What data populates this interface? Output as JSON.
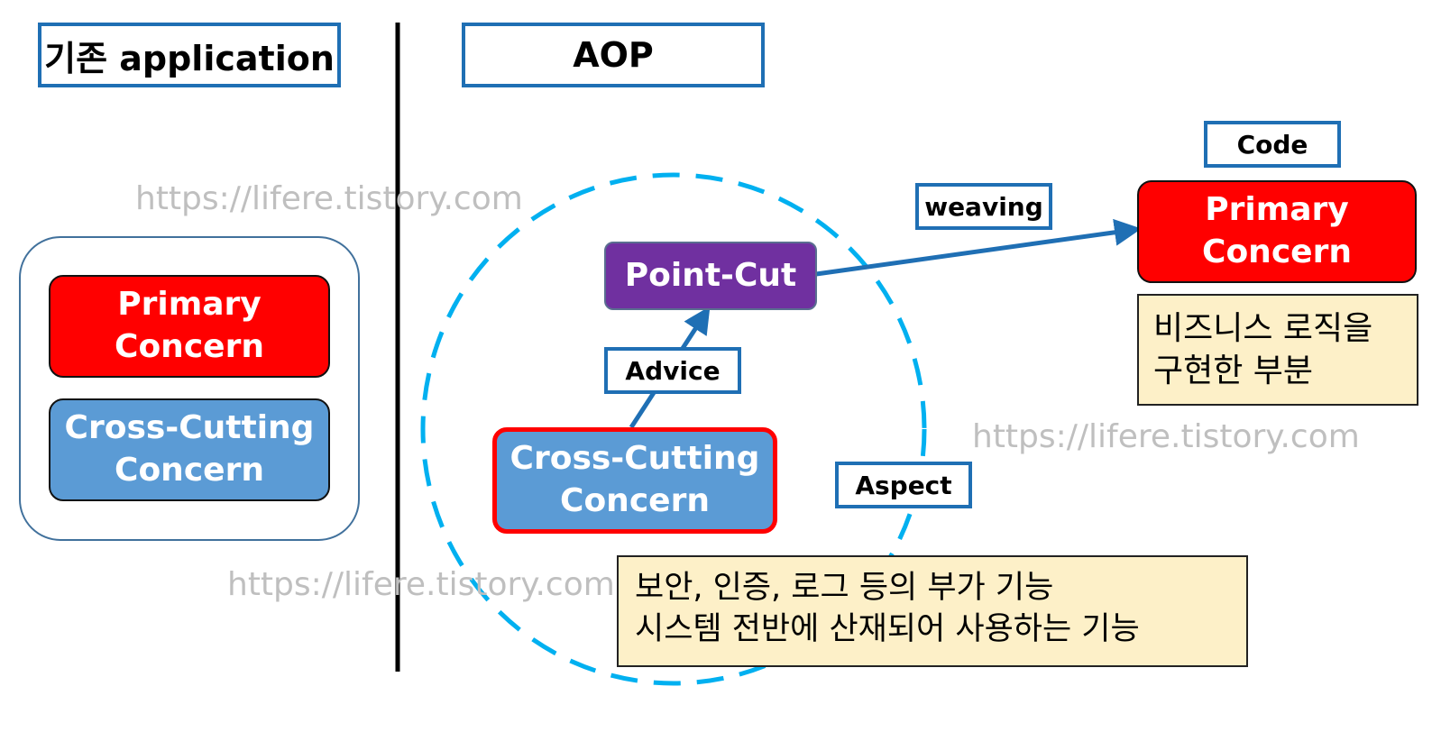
{
  "left_header": "기존 application",
  "right_header": "AOP",
  "left_panel": {
    "primary": [
      "Primary",
      "Concern"
    ],
    "cross": [
      "Cross-Cutting",
      "Concern"
    ]
  },
  "point_cut": "Point-Cut",
  "advice": "Advice",
  "cross_cutting": [
    "Cross-Cutting",
    "Concern"
  ],
  "weaving": "weaving",
  "code_label": "Code",
  "code_primary": [
    "Primary",
    "Concern"
  ],
  "business_note": [
    "비즈니스 로직을",
    "구현한 부분"
  ],
  "aspect": "Aspect",
  "aspect_note": [
    "보안, 인증, 로그 등의 부가 기능",
    "시스템 전반에 산재되어 사용하는 기능"
  ],
  "watermarks": [
    "https://lifere.tistory.com",
    "https://lifere.tistory.com",
    "https://lifere.tistory.com"
  ],
  "colors": {
    "primary_red": "#ff0000",
    "cross_blue": "#5b9bd5",
    "pointcut_purple": "#7030a0",
    "label_border": "#1f6fb4",
    "aspect_circle": "#00b0f0",
    "note_bg": "#fdf0c8"
  }
}
